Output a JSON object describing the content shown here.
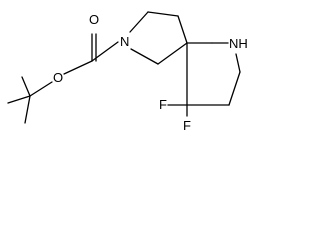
{
  "molecule": {
    "atom_labels": {
      "carbonyl_oxygen": "O",
      "ester_oxygen": "O",
      "pyrrolidine_nitrogen": "N",
      "piperidine_nitrogen": "NH",
      "fluorine_1": "F",
      "fluorine_2": "F"
    }
  }
}
